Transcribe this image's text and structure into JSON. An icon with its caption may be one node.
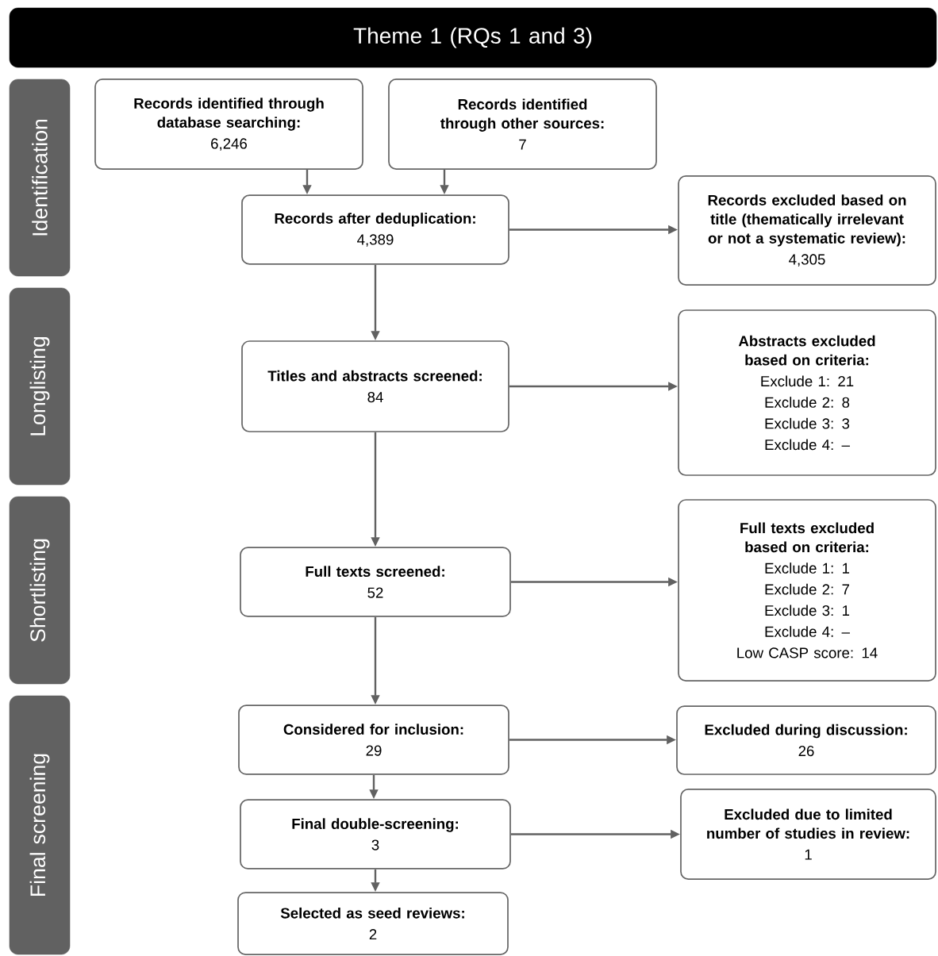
{
  "diagram": {
    "nodes": [
      {
        "text": [
          "Theme 1 (RQs 1 and 3)"
        ]
      },
      {
        "text": [
          "Identification"
        ]
      },
      {
        "text": [
          "Longlisting"
        ]
      },
      {
        "text": [
          "Shortlisting"
        ]
      },
      {
        "text": [
          "Final screening"
        ]
      },
      {
        "text": [
          "Records identified through database searching:",
          "6,246"
        ]
      },
      {
        "text": [
          "Records identified through other sources:",
          "7"
        ]
      },
      {
        "text": [
          "Records after deduplication:",
          "4,389"
        ]
      },
      {
        "text": [
          "Records excluded based on title (thematically irrelevant or not a systematic review):",
          "4,305"
        ]
      },
      {
        "text": [
          "Titles and abstracts screened:",
          "84"
        ]
      },
      {
        "text": [
          "Abstracts excluded based on criteria:",
          "Exclude 1: 21",
          "Exclude 2: 8",
          "Exclude 3: 3",
          "Exclude 4: –"
        ]
      },
      {
        "text": [
          "Full texts screened:",
          "52"
        ]
      },
      {
        "text": [
          "Full texts excluded based on criteria:",
          "Exclude 1: 1",
          "Exclude 2: 7",
          "Exclude 3: 1",
          "Exclude 4: –",
          "Low CASP score: 14"
        ]
      },
      {
        "text": [
          "Considered for inclusion:",
          "29"
        ]
      },
      {
        "text": [
          "Excluded during discussion:",
          "26"
        ]
      },
      {
        "text": [
          "Final double-screening:",
          "3"
        ]
      },
      {
        "text": [
          "Excluded due to limited number of studies in review:",
          "1"
        ]
      },
      {
        "text": [
          "Selected as seed reviews:",
          "2"
        ]
      }
    ],
    "edges": [
      {
        "from": 5,
        "to": 7,
        "arrow": "to"
      },
      {
        "from": 6,
        "to": 7,
        "arrow": "to"
      },
      {
        "from": 7,
        "to": 8,
        "arrow": "to"
      },
      {
        "from": 7,
        "to": 9,
        "arrow": "to"
      },
      {
        "from": 9,
        "to": 10,
        "arrow": "to"
      },
      {
        "from": 9,
        "to": 11,
        "arrow": "to"
      },
      {
        "from": 11,
        "to": 12,
        "arrow": "to"
      },
      {
        "from": 11,
        "to": 13,
        "arrow": "to"
      },
      {
        "from": 13,
        "to": 14,
        "arrow": "to"
      },
      {
        "from": 13,
        "to": 15,
        "arrow": "to"
      },
      {
        "from": 15,
        "to": 16,
        "arrow": "to"
      },
      {
        "from": 15,
        "to": 17,
        "arrow": "to"
      }
    ]
  }
}
